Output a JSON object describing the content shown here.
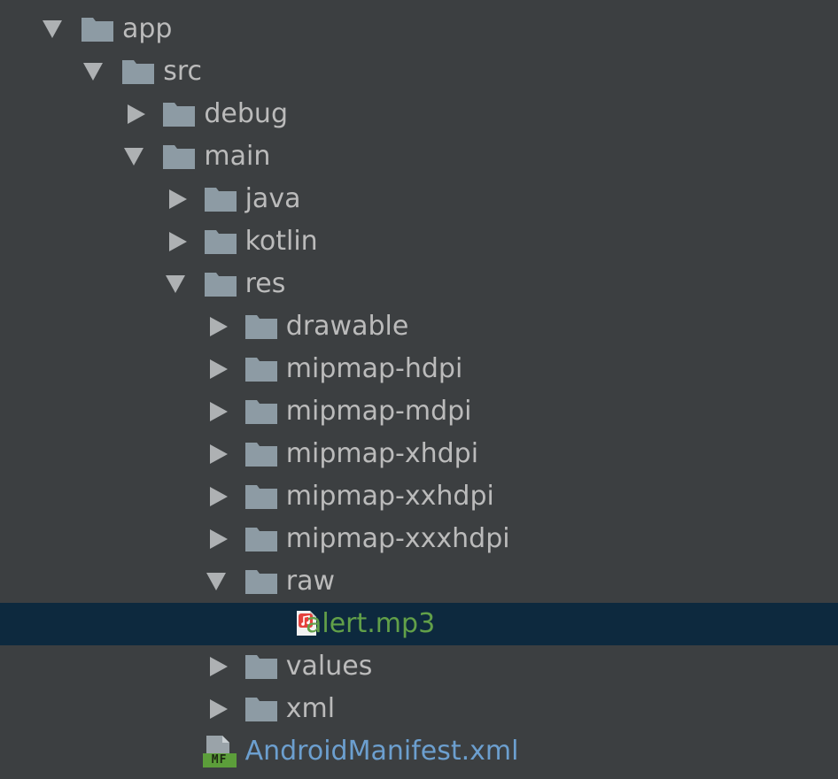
{
  "tree": [
    {
      "label": "app",
      "depth": 0,
      "type": "folder",
      "state": "expanded",
      "icon": "folder-icon"
    },
    {
      "label": "src",
      "depth": 1,
      "type": "folder",
      "state": "expanded",
      "icon": "folder-icon"
    },
    {
      "label": "debug",
      "depth": 2,
      "type": "folder",
      "state": "collapsed",
      "icon": "folder-icon"
    },
    {
      "label": "main",
      "depth": 2,
      "type": "folder",
      "state": "expanded",
      "icon": "folder-icon"
    },
    {
      "label": "java",
      "depth": 3,
      "type": "folder",
      "state": "collapsed",
      "icon": "folder-icon"
    },
    {
      "label": "kotlin",
      "depth": 3,
      "type": "folder",
      "state": "collapsed",
      "icon": "folder-icon"
    },
    {
      "label": "res",
      "depth": 3,
      "type": "folder",
      "state": "expanded",
      "icon": "folder-icon"
    },
    {
      "label": "drawable",
      "depth": 4,
      "type": "folder",
      "state": "collapsed",
      "icon": "folder-icon"
    },
    {
      "label": "mipmap-hdpi",
      "depth": 4,
      "type": "folder",
      "state": "collapsed",
      "icon": "folder-icon"
    },
    {
      "label": "mipmap-mdpi",
      "depth": 4,
      "type": "folder",
      "state": "collapsed",
      "icon": "folder-icon"
    },
    {
      "label": "mipmap-xhdpi",
      "depth": 4,
      "type": "folder",
      "state": "collapsed",
      "icon": "folder-icon"
    },
    {
      "label": "mipmap-xxhdpi",
      "depth": 4,
      "type": "folder",
      "state": "collapsed",
      "icon": "folder-icon"
    },
    {
      "label": "mipmap-xxxhdpi",
      "depth": 4,
      "type": "folder",
      "state": "collapsed",
      "icon": "folder-icon"
    },
    {
      "label": "raw",
      "depth": 4,
      "type": "folder",
      "state": "expanded",
      "icon": "folder-icon"
    },
    {
      "label": "alert.mp3",
      "depth": 5,
      "type": "audio-file",
      "state": "leaf",
      "selected": true,
      "icon": "audio-file-icon"
    },
    {
      "label": "values",
      "depth": 4,
      "type": "folder",
      "state": "collapsed",
      "icon": "folder-icon"
    },
    {
      "label": "xml",
      "depth": 4,
      "type": "folder",
      "state": "collapsed",
      "icon": "folder-icon"
    },
    {
      "label": "AndroidManifest.xml",
      "depth": 3,
      "type": "manifest-file",
      "state": "leaf",
      "icon": "manifest-file-icon",
      "badge": "MF"
    }
  ],
  "colors": {
    "background": "#3c3f41",
    "selection": "#0d293e",
    "text": "#bbbbbb",
    "folder": "#8d9ba4",
    "arrow": "#aeb1b3",
    "resource_file_text": "#62a049",
    "manifest_text": "#6c9fcf",
    "manifest_badge": "#5c9e3a",
    "audio_icon": "#e5413c"
  }
}
